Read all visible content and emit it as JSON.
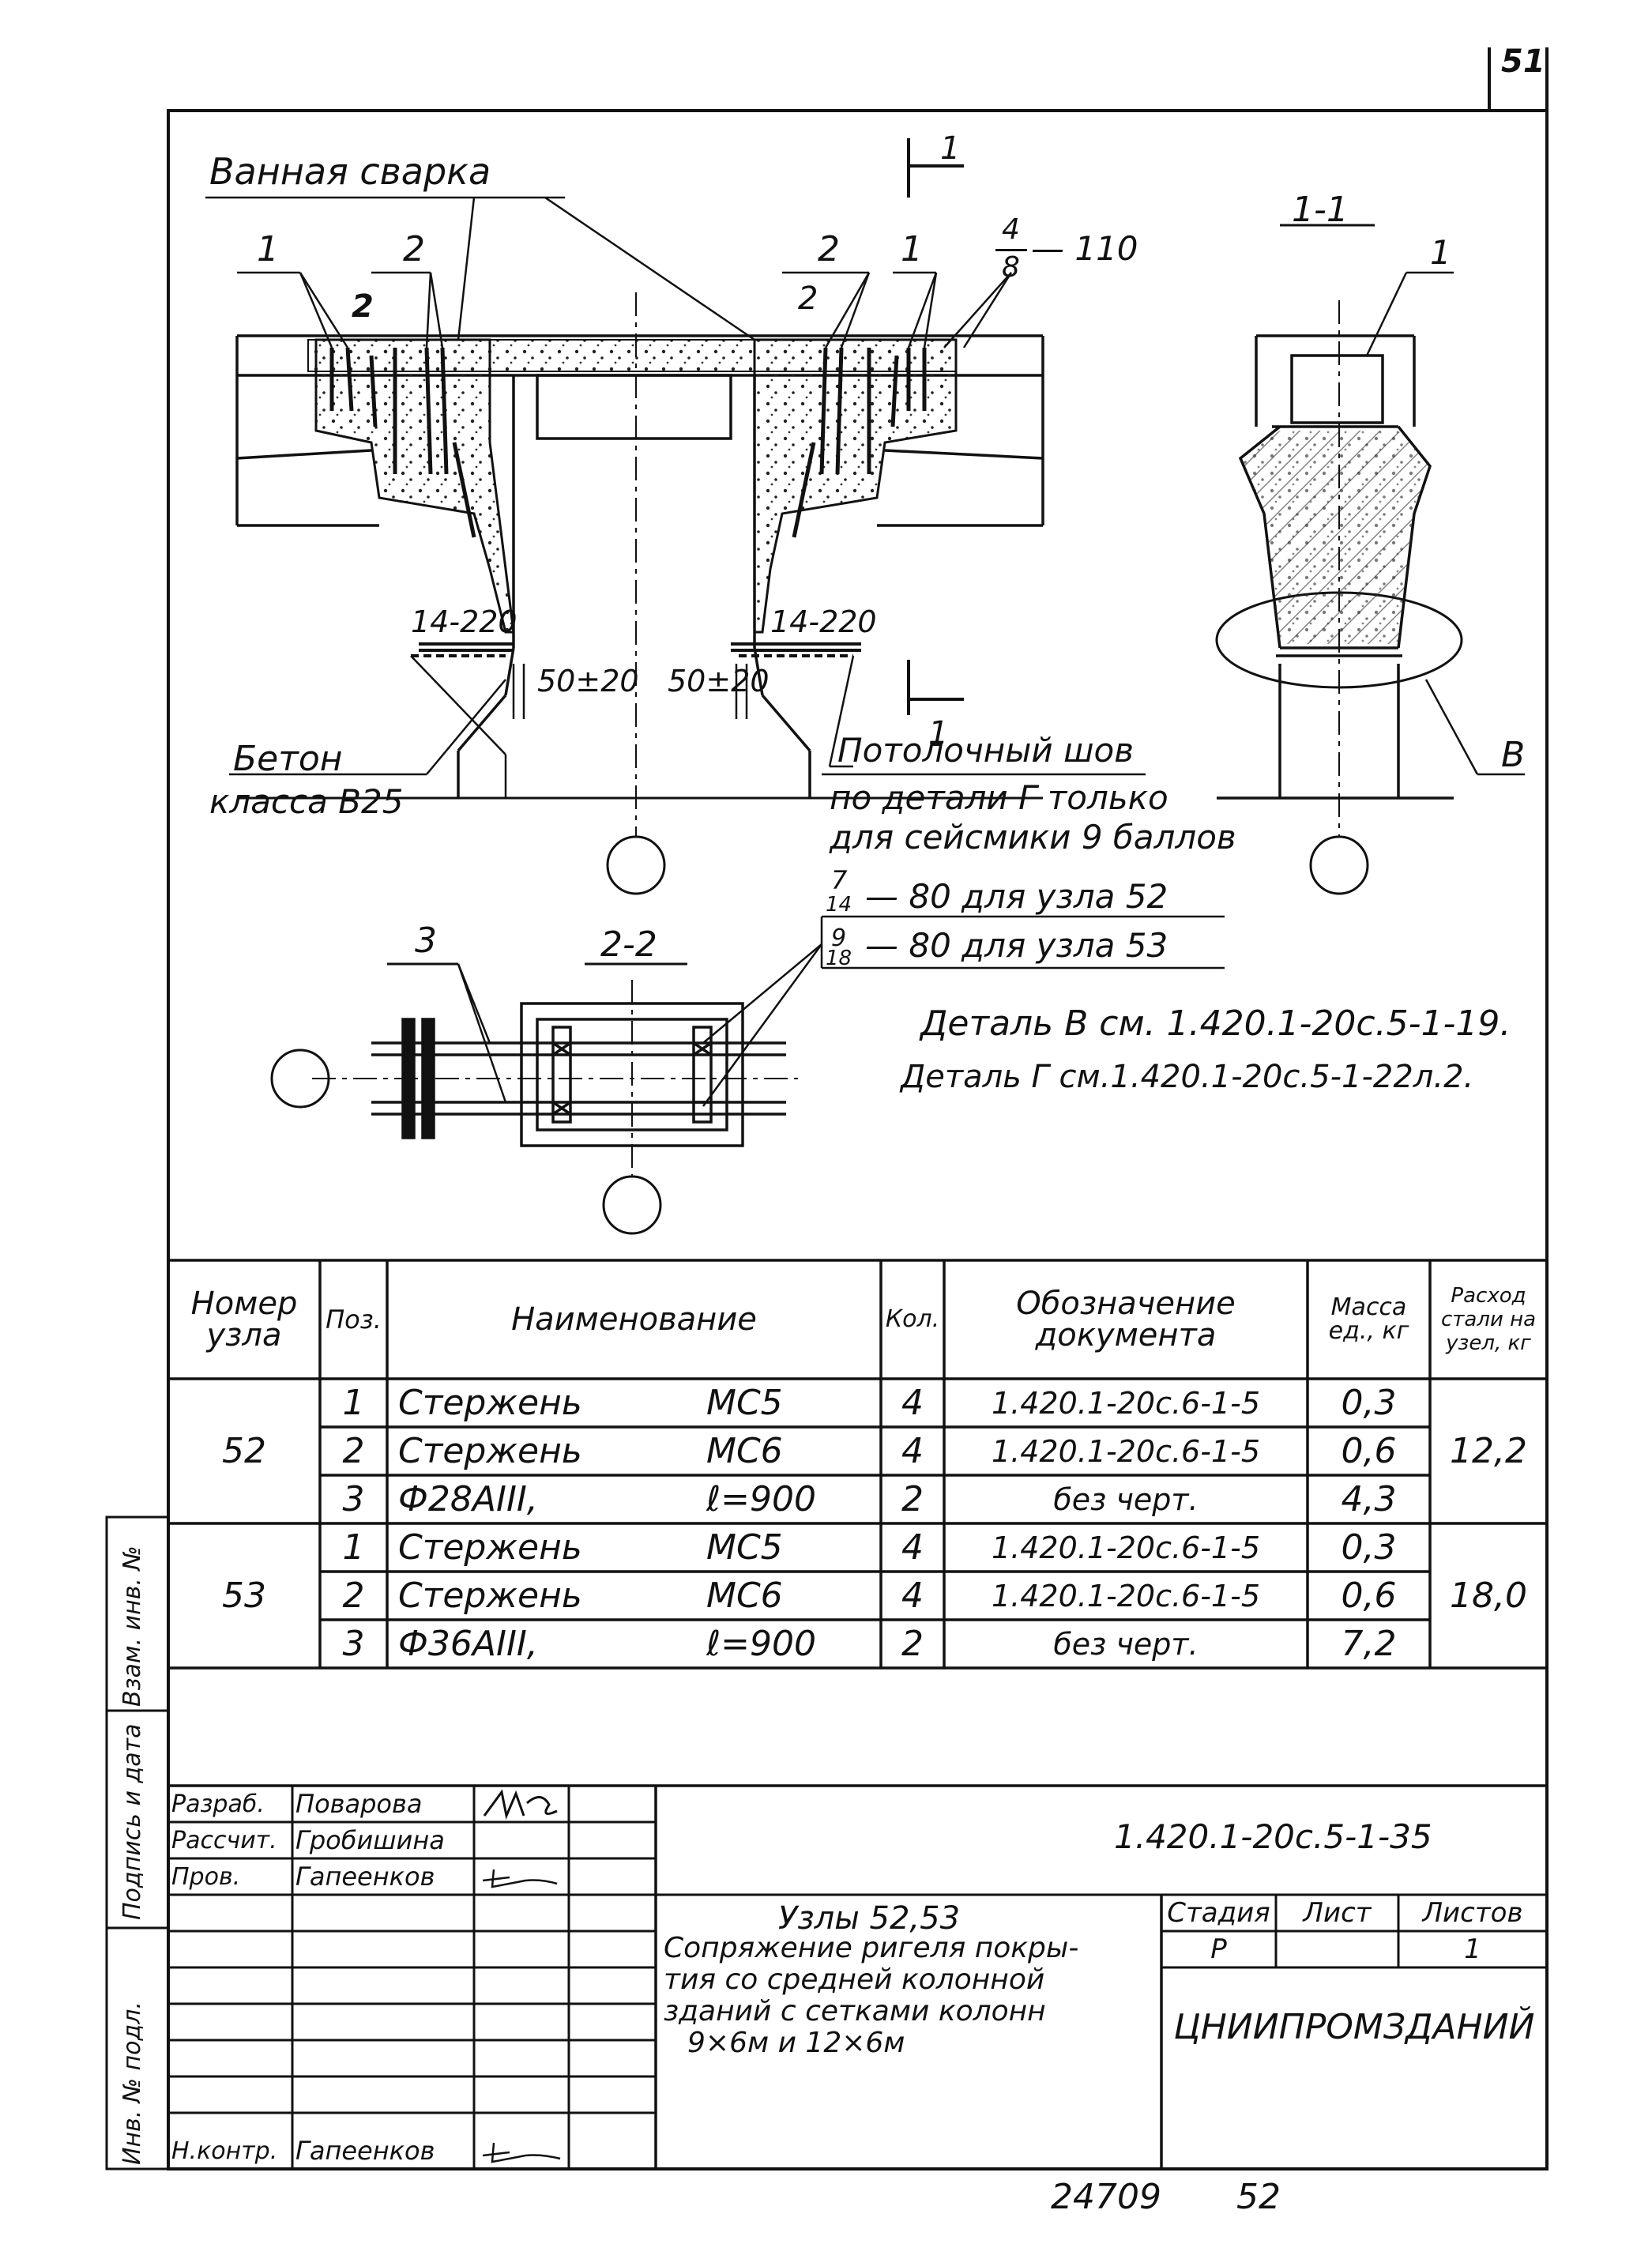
{
  "sheet_number": "51",
  "drawing": {
    "label_bath_welding": "Ванная сварка",
    "pos_1a": "1",
    "pos_2a": "2",
    "pos_2b": "2",
    "pos_2c": "2",
    "pos_2d": "2",
    "pos_1b": "1",
    "frac_top": "4",
    "frac_bottom": "8",
    "frac_suffix": "— 110",
    "section_mark_top": "1",
    "section_mark_bottom": "1",
    "label_14_220_left": "14-220",
    "label_14_220_right": "14-220",
    "tol_left": "50±20",
    "tol_right": "50±20",
    "concrete_line1": "Бетон",
    "concrete_line2": "класса В25",
    "ceiling_weld_1": "Потолочный шов",
    "ceiling_weld_2": "по детали Г только",
    "ceiling_weld_3": "для сейсмики 9 баллов",
    "section_11": "1-1",
    "section_11_pos": "1",
    "detail_b_label": "В",
    "node52_frac_top": "7",
    "node52_frac_bottom": "14",
    "node52_text": "— 80 для узла 52",
    "node53_frac_top": "9",
    "node53_frac_bottom": "18",
    "node53_text": "— 80 для узла 53",
    "section_22": "2-2",
    "pos_3": "3",
    "detail_b_ref": "Деталь В см. 1.420.1-20с.5-1-19.",
    "detail_g_ref": "Деталь Г см.1.420.1-20с.5-1-22л.2."
  },
  "spec_table": {
    "headers": {
      "node": "Номер узла",
      "pos": "Поз.",
      "name": "Наименование",
      "qty": "Кол.",
      "doc": "Обозначение документа",
      "mass": "Масса ед., кг",
      "steel": "Расход стали на узел, кг"
    },
    "groups": [
      {
        "node": "52",
        "total": "12,2",
        "rows": [
          {
            "pos": "1",
            "name": "Стержень",
            "mark": "МС5",
            "qty": "4",
            "doc": "1.420.1-20с.6-1-5",
            "mass": "0,3"
          },
          {
            "pos": "2",
            "name": "Стержень",
            "mark": "МС6",
            "qty": "4",
            "doc": "1.420.1-20с.6-1-5",
            "mass": "0,6"
          },
          {
            "pos": "3",
            "name": "Ф28АIII,",
            "mark": "ℓ=900",
            "qty": "2",
            "doc": "без черт.",
            "mass": "4,3"
          }
        ]
      },
      {
        "node": "53",
        "total": "18,0",
        "rows": [
          {
            "pos": "1",
            "name": "Стержень",
            "mark": "МС5",
            "qty": "4",
            "doc": "1.420.1-20с.6-1-5",
            "mass": "0,3"
          },
          {
            "pos": "2",
            "name": "Стержень",
            "mark": "МС6",
            "qty": "4",
            "doc": "1.420.1-20с.6-1-5",
            "mass": "0,6"
          },
          {
            "pos": "3",
            "name": "Ф36АIII,",
            "mark": "ℓ=900",
            "qty": "2",
            "doc": "без черт.",
            "mass": "7,2"
          }
        ]
      }
    ]
  },
  "title_block": {
    "roles": {
      "dev": "Разраб.",
      "calc": "Рассчит.",
      "check": "Пров.",
      "norm": "Н.контр."
    },
    "names": {
      "dev": "Поварова",
      "calc": "Гробишина",
      "check": "Гапеенков",
      "norm": "Гапеенков"
    },
    "doc_code": "1.420.1-20с.5-1-35",
    "title_1": "Узлы 52,53",
    "title_2": "Сопряжение ригеля покры-",
    "title_3": "тия со средней колонной",
    "title_4": "зданий с сетками колонн",
    "title_5": "9×6м  и  12×6м",
    "stage_label": "Стадия",
    "sheet_label": "Лист",
    "sheets_label": "Листов",
    "stage_value": "Р",
    "sheets_value": "1",
    "org": "ЦНИИПРОМЗДАНИЙ"
  },
  "side_stamp": {
    "inv_orig": "Инв. № подл.",
    "sign_date": "Подпись и дата",
    "replace_inv": "Взам. инв. №"
  },
  "footer": {
    "archive_no": "24709",
    "page_no": "52"
  }
}
